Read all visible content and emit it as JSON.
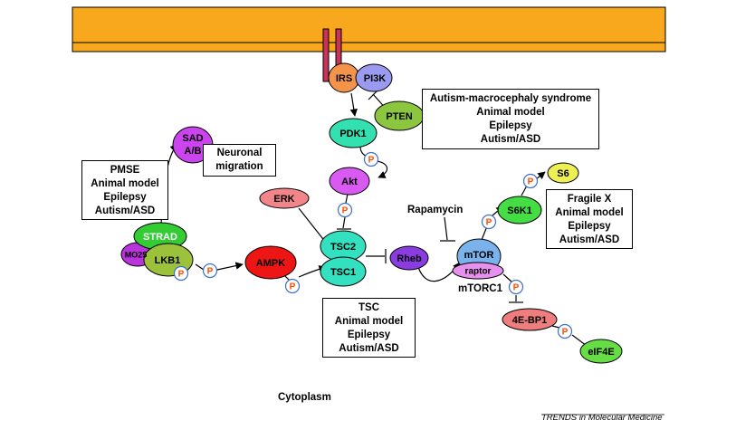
{
  "diagram": {
    "nodes": {
      "irs": "IRS",
      "pi3k": "PI3K",
      "pten": "PTEN",
      "pdk1": "PDK1",
      "akt": "Akt",
      "erk": "ERK",
      "tsc2": "TSC2",
      "tsc1": "TSC1",
      "rheb": "Rheb",
      "mtor": "mTOR",
      "raptor": "raptor",
      "s6k1": "S6K1",
      "s6": "S6",
      "ebp1": "4E-BP1",
      "eif4e": "eIF4E",
      "ampk": "AMPK",
      "strad": "STRAD",
      "mo25": "MO25",
      "lkb1": "LKB1",
      "sad_line1": "SAD",
      "sad_line2": "A/B"
    },
    "phospho_label": "P",
    "labels": {
      "rapamycin": "Rapamycin",
      "mtorc1": "mTORC1",
      "neuronal_migration_line1": "Neuronal",
      "neuronal_migration_line2": "migration",
      "cytoplasm": "Cytoplasm"
    },
    "boxes": {
      "autism_macrocephaly": [
        "Autism-macrocephaly syndrome",
        "Animal model",
        "Epilepsy",
        "Autism/ASD"
      ],
      "pmse": [
        "PMSE",
        "Animal model",
        "Epilepsy",
        "Autism/ASD"
      ],
      "fragile_x": [
        "Fragile X",
        "Animal model",
        "Epilepsy",
        "Autism/ASD"
      ],
      "tsc": [
        "TSC",
        "Animal model",
        "Epilepsy",
        "Autism/ASD"
      ]
    },
    "colors": {
      "membrane": "#f8a81c",
      "receptor": "#c8335a",
      "irs": "#f3944a",
      "pi3k": "#9a9af0",
      "pten": "#8cc63e",
      "pdk1": "#33e0b0",
      "akt": "#d85af0",
      "erk": "#f2858a",
      "tsc": "#33e0c0",
      "rheb": "#8a3ce0",
      "mtor": "#7ab2ec",
      "raptor": "#e890ee",
      "s6k1": "#44dd44",
      "s6": "#eeee55",
      "ebp1": "#ef7d7d",
      "eif4e": "#66dd44",
      "ampk": "#ee1515",
      "strad": "#33cc33",
      "mo25": "#bb33dd",
      "lkb1": "#9cc23c",
      "sad": "#cc44ee",
      "phospho_text": "#ff4a00"
    }
  },
  "footer": {
    "journal": "TRENDS in Molecular Medicine"
  }
}
